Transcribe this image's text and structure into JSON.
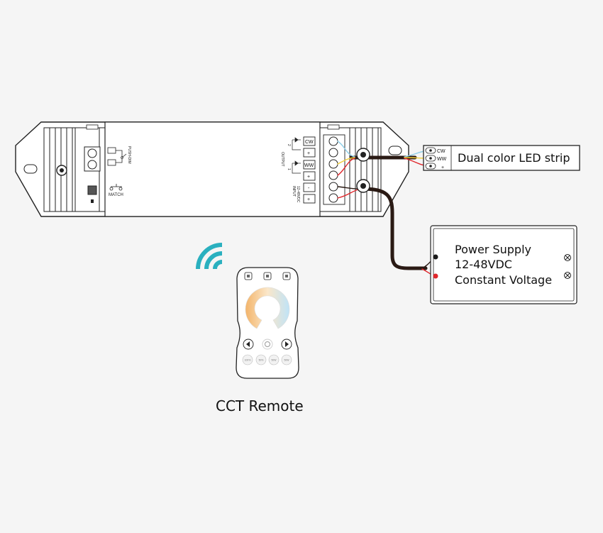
{
  "controller": {
    "push_dim_label": "PUSH-DIM",
    "match_label": "MATCH",
    "output_label": "OUTPUT",
    "channel_1": "1",
    "channel_2": "2",
    "input_label_1": "INPUT",
    "input_label_2": "12-48VDC",
    "terminals": [
      "CW",
      "+",
      "WW",
      "+",
      "-",
      "+"
    ]
  },
  "led_strip": {
    "label": "Dual color LED strip",
    "pins": [
      "CW",
      "WW",
      "+"
    ]
  },
  "power_supply": {
    "line1": "Power Supply",
    "line2": "12-48VDC",
    "line3": "Constant Voltage"
  },
  "remote": {
    "label": "CCT Remote",
    "presets": [
      "100%",
      "50%",
      "50W",
      "50W"
    ]
  },
  "colors": {
    "wifi": "#2ab0bf",
    "wire_cw": "#8ecfe8",
    "wire_ww": "#f2cf3a",
    "wire_pos": "#e0262b",
    "cable": "#2a1a14"
  }
}
